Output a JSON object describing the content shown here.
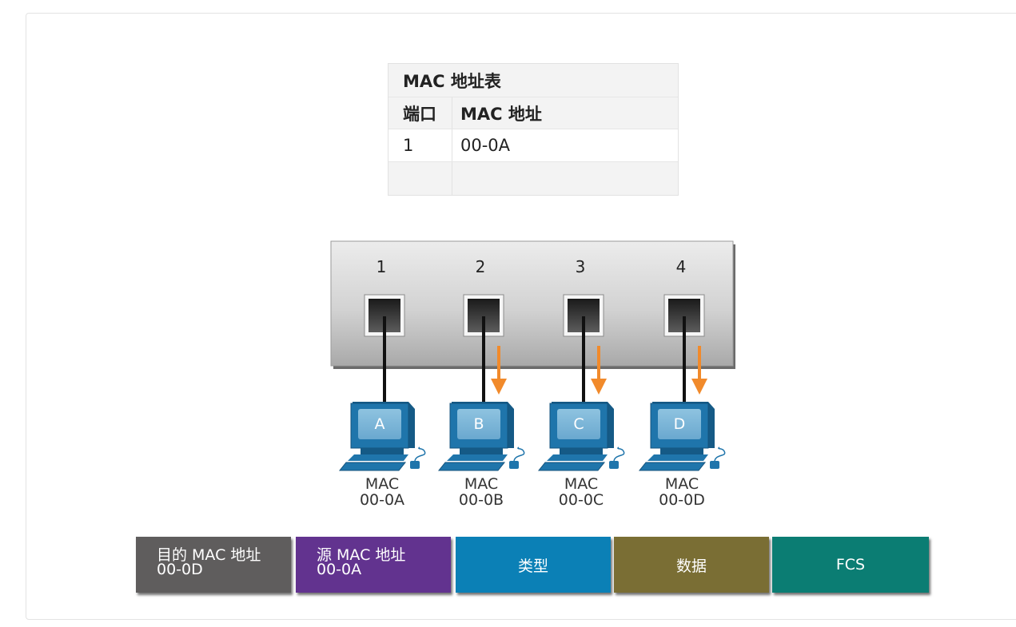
{
  "mac_table": {
    "title": "MAC 地址表",
    "col_port": "端口",
    "col_mac": "MAC 地址",
    "rows": [
      {
        "port": "1",
        "mac": "00-0A"
      },
      {
        "port": "",
        "mac": ""
      }
    ]
  },
  "switch": {
    "ports": [
      "1",
      "2",
      "3",
      "4"
    ],
    "flood_ports": [
      "2",
      "3",
      "4"
    ]
  },
  "hosts": [
    {
      "letter": "A",
      "mac_label": "MAC",
      "mac": "00-0A"
    },
    {
      "letter": "B",
      "mac_label": "MAC",
      "mac": "00-0B"
    },
    {
      "letter": "C",
      "mac_label": "MAC",
      "mac": "00-0C"
    },
    {
      "letter": "D",
      "mac_label": "MAC",
      "mac": "00-0D"
    }
  ],
  "frame_fields": [
    {
      "label": "目的 MAC 地址",
      "value": "00-0D",
      "color": "#5f5d5d"
    },
    {
      "label": "源 MAC 地址",
      "value": "00-0A",
      "color": "#62338f"
    },
    {
      "label": "类型",
      "color": "#0b80b6"
    },
    {
      "label": "数据",
      "color": "#7a6e34"
    },
    {
      "label": "FCS",
      "color": "#0b7d73"
    }
  ],
  "colors": {
    "arrow": "#f18a2b",
    "cable": "#111111",
    "pc_blue": "#1f75ab"
  }
}
